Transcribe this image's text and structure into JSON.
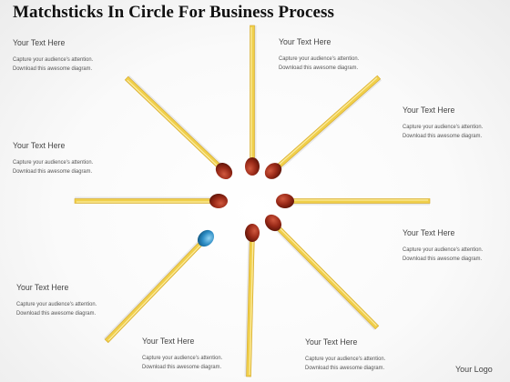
{
  "title": "Matchsticks In Circle For Business Process",
  "logo": "Your Logo",
  "colors": {
    "stick": "#f0cf4a",
    "stick_edge": "#d4a72c",
    "head_red": "#9a2a18",
    "head_blue": "#2d8cc4"
  },
  "matchsticks": [
    {
      "name": "matchstick-north",
      "head": "red"
    },
    {
      "name": "matchstick-north-east",
      "head": "red"
    },
    {
      "name": "matchstick-east",
      "head": "red"
    },
    {
      "name": "matchstick-south-east",
      "head": "red"
    },
    {
      "name": "matchstick-south",
      "head": "red"
    },
    {
      "name": "matchstick-south-west",
      "head": "blue"
    },
    {
      "name": "matchstick-west",
      "head": "red"
    },
    {
      "name": "matchstick-north-west",
      "head": "red"
    }
  ],
  "text_blocks": [
    {
      "heading": "Your Text Here",
      "line1": "Capture your audience's attention.",
      "line2": "Download this awesome diagram."
    },
    {
      "heading": "Your Text Here",
      "line1": "Capture your audience's attention.",
      "line2": "Download this awesome diagram."
    },
    {
      "heading": "Your Text Here",
      "line1": "Capture your audience's attention.",
      "line2": "Download this awesome diagram."
    },
    {
      "heading": "Your Text Here",
      "line1": "Capture your audience's attention.",
      "line2": "Download this awesome diagram."
    },
    {
      "heading": "Your Text Here",
      "line1": "Capture your audience's attention.",
      "line2": "Download this awesome diagram."
    },
    {
      "heading": "Your Text Here",
      "line1": "Capture your audience's attention.",
      "line2": "Download this awesome diagram."
    },
    {
      "heading": "Your Text Here",
      "line1": "Capture your audience's attention.",
      "line2": "Download this awesome diagram."
    },
    {
      "heading": "Your Text Here",
      "line1": "Capture your audience's attention.",
      "line2": "Download this awesome diagram."
    }
  ]
}
